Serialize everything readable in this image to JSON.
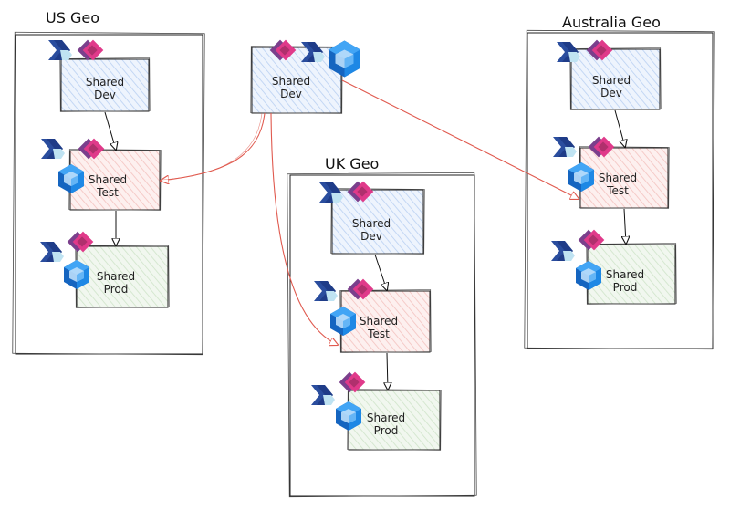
{
  "diagram": {
    "geos": [
      {
        "id": "us",
        "title": "US Geo"
      },
      {
        "id": "uk",
        "title": "UK Geo"
      },
      {
        "id": "au",
        "title": "Australia Geo"
      }
    ],
    "central": {
      "line1": "Shared",
      "line2": "Dev"
    },
    "envs": {
      "us_dev": {
        "line1": "Shared",
        "line2": "Dev"
      },
      "us_test": {
        "line1": "Shared",
        "line2": "Test"
      },
      "us_prod": {
        "line1": "Shared",
        "line2": "Prod"
      },
      "uk_dev": {
        "line1": "Shared",
        "line2": "Dev"
      },
      "uk_test": {
        "line1": "Shared",
        "line2": "Test"
      },
      "uk_prod": {
        "line1": "Shared",
        "line2": "Prod"
      },
      "au_dev": {
        "line1": "Shared",
        "line2": "Dev"
      },
      "au_test": {
        "line1": "Shared",
        "line2": "Test"
      },
      "au_prod": {
        "line1": "Shared",
        "line2": "Prod"
      }
    },
    "colors": {
      "dev_fill": "#dae8fc",
      "test_fill": "#f8cecc",
      "prod_fill": "#d5e8d4",
      "connector_red": "#e05a4f",
      "connector_black": "#111111",
      "icon_dark_blue": "#1f3c88",
      "icon_blue": "#3b6fd6",
      "icon_light_blue": "#bfe3f2",
      "icon_purple": "#7b3f8c",
      "icon_pink": "#e03a8a",
      "icon_magenta": "#b0306d",
      "cube_blue": "#1e88e5",
      "cube_light": "#90caf9"
    },
    "icons": [
      "power-automate-icon",
      "power-apps-icon",
      "dataverse-icon"
    ]
  }
}
